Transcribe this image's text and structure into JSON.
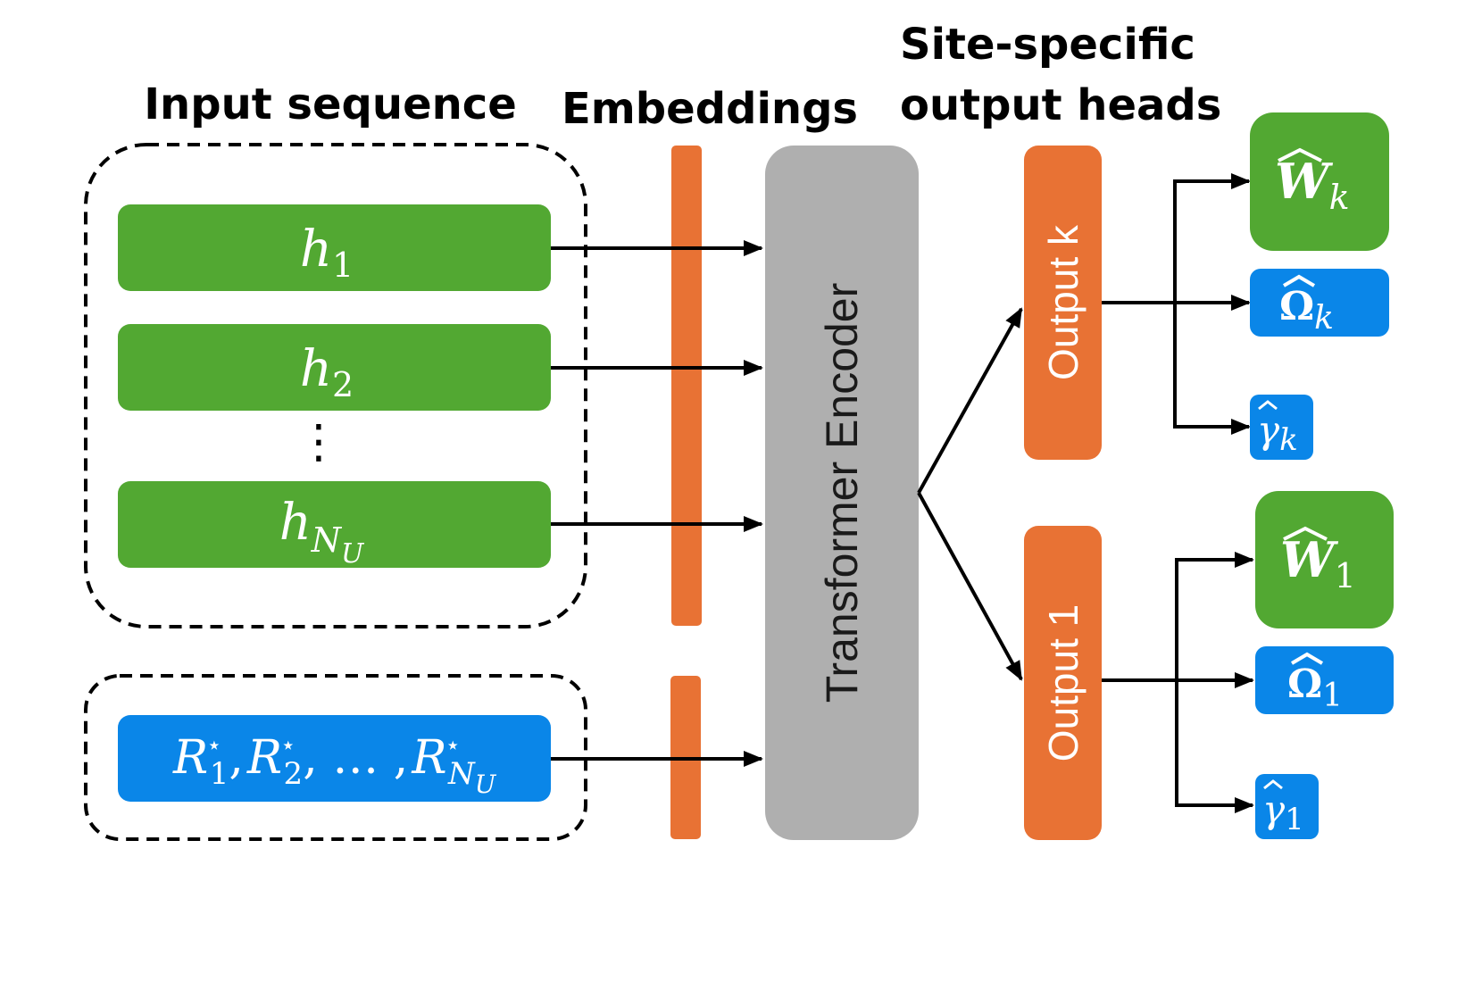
{
  "titles": {
    "input_sequence": "Input sequence",
    "embeddings": "Embeddings",
    "heads_line1": "Site-specific",
    "heads_line2": "output heads"
  },
  "inputs": [
    {
      "main": "h",
      "sub": "1"
    },
    {
      "main": "h",
      "sub": "2"
    },
    {
      "main": "h",
      "sub": "N",
      "subsub": "U"
    }
  ],
  "ellipsis": "⋮",
  "r_box": {
    "r1": "R",
    "r1_sub": "1",
    "r2": "R",
    "r2_sub": "2",
    "dots": ", … ,",
    "rn": "R",
    "rn_sub": "N",
    "rn_subsub": "U",
    "star": "⋆"
  },
  "encoder_label": "Transformer Encoder",
  "heads": [
    {
      "label": "Output k",
      "W": "W",
      "W_sub": "k",
      "Omega": "Ω",
      "Omega_sub": "k",
      "gamma": "γ",
      "gamma_sub": "k"
    },
    {
      "label": "Output 1",
      "W": "W",
      "W_sub": "1",
      "Omega": "Ω",
      "Omega_sub": "1",
      "gamma": "γ",
      "gamma_sub": "1"
    }
  ],
  "colors": {
    "green": "#52a832",
    "blue": "#0a86e8",
    "orange": "#e87234",
    "gray": "#afafaf"
  }
}
